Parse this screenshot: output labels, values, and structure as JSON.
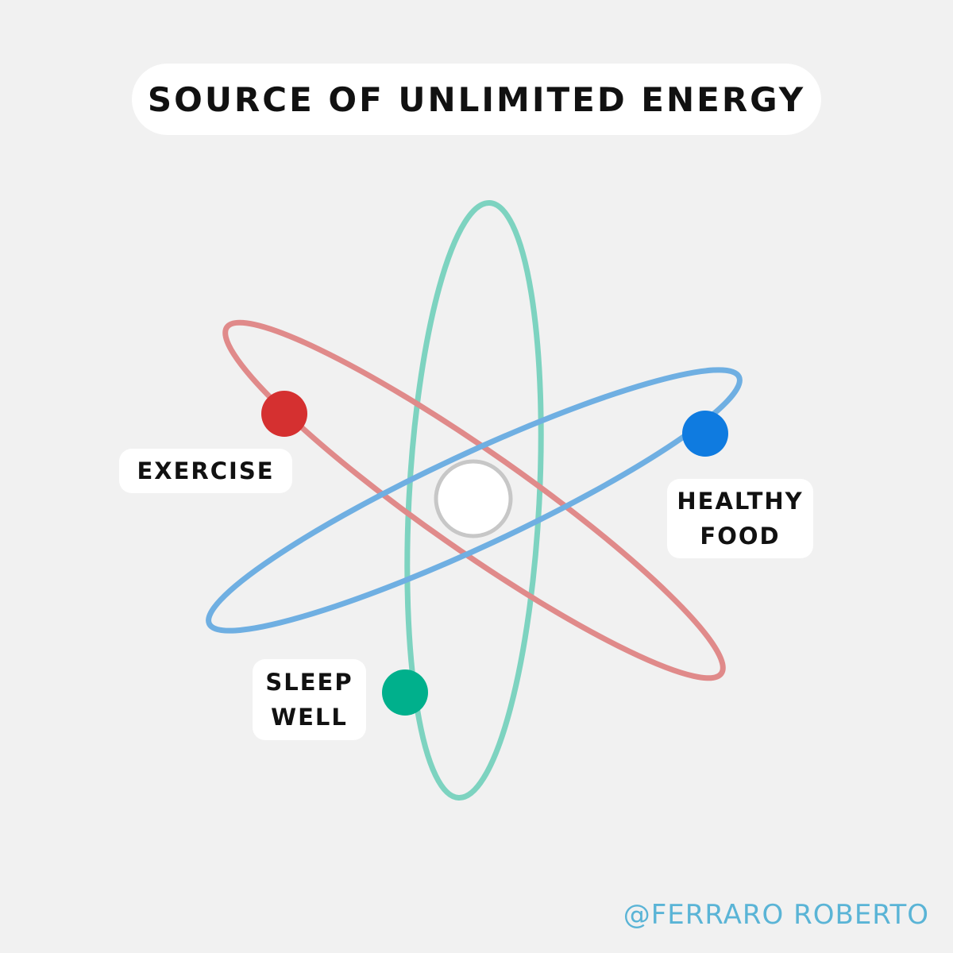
{
  "title": "SOURCE OF UNLIMITED ENERGY",
  "nodes": {
    "exercise": {
      "label": "EXERCISE",
      "color": "#d53030"
    },
    "healthy_food": {
      "label_line1": "HEALTHY",
      "label_line2": "FOOD",
      "color": "#0f7be0"
    },
    "sleep_well": {
      "label_line1": "SLEEP",
      "label_line2": "WELL",
      "color": "#00b08c"
    }
  },
  "orbit_colors": {
    "red": "#e08a8a",
    "blue": "#6fafe2",
    "green": "#7dd3c0"
  },
  "nucleus": {
    "fill": "#ffffff",
    "stroke": "#c7c7c7"
  },
  "watermark": {
    "text": "@FERRARO ROBERTO",
    "color": "#5ab4d6"
  }
}
